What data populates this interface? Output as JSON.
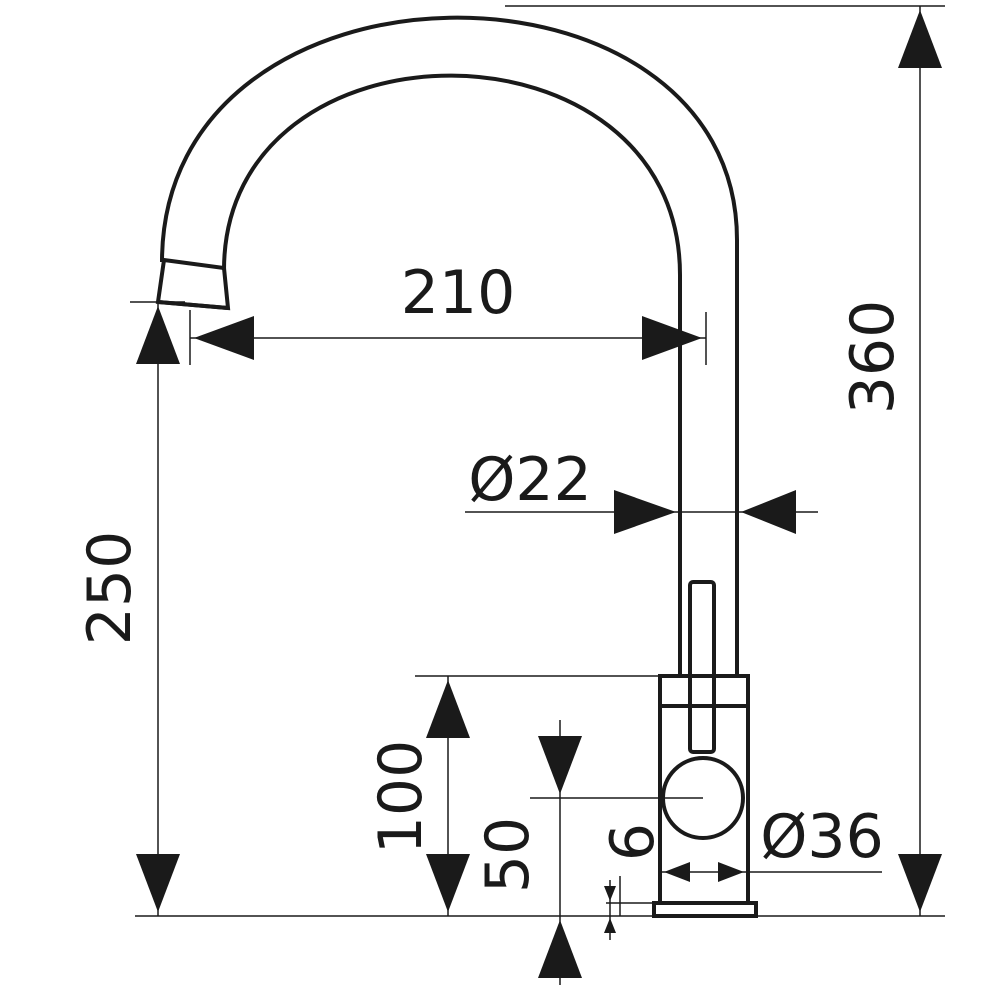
{
  "dimensions": {
    "spout_reach": "210",
    "total_height": "360",
    "spout_height": "250",
    "tube_diameter": "Ø22",
    "body_height": "100",
    "lever_axis_height": "50",
    "base_thickness": "6",
    "body_diameter": "Ø36"
  },
  "colors": {
    "ink": "#1a1a1a",
    "background": "#ffffff"
  }
}
